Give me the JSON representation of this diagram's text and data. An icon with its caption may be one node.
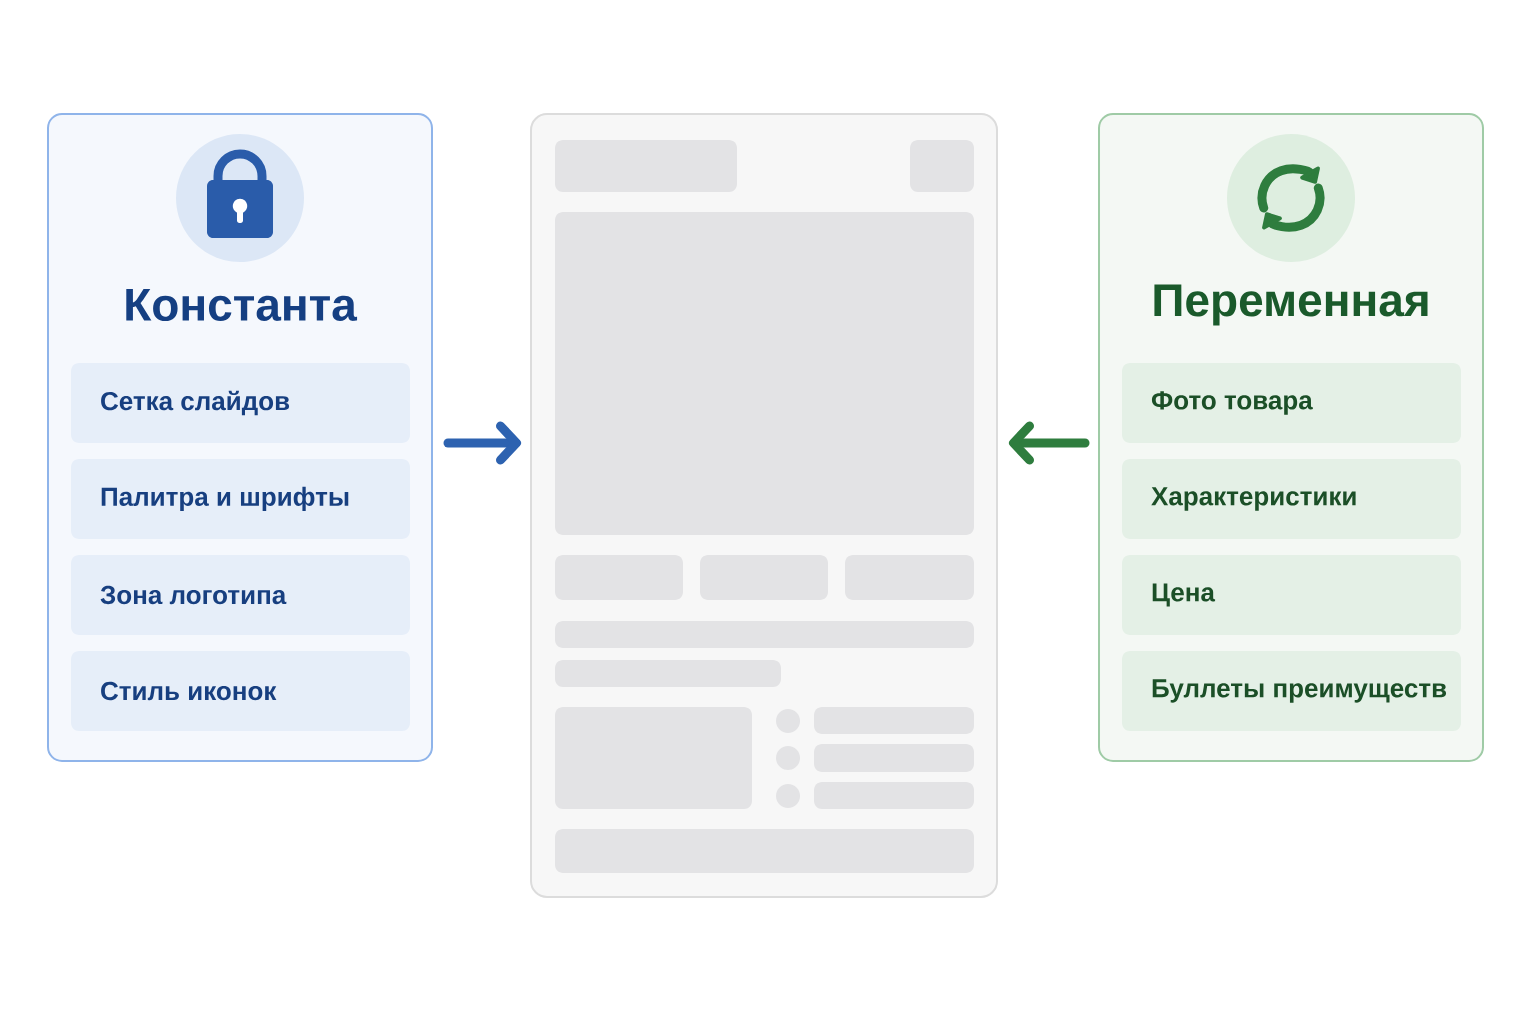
{
  "diagram": {
    "nodes": [
      {
        "text": [
          "Константа"
        ]
      },
      {
        "text": [
          "Сетка слайдов"
        ],
        "in": 0
      },
      {
        "text": [
          "Палитра и шрифты"
        ],
        "in": 0
      },
      {
        "text": [
          "Зона логотипа"
        ],
        "in": 0
      },
      {
        "text": [
          "Стиль иконок"
        ],
        "in": 0
      },
      {
        "text": [
          "Переменная"
        ]
      },
      {
        "text": [
          "Фото товара"
        ],
        "in": 5
      },
      {
        "text": [
          "Характеристики"
        ],
        "in": 5
      },
      {
        "text": [
          "Цена"
        ],
        "in": 5
      },
      {
        "text": [
          "Буллеты преимуществ"
        ],
        "in": 5
      },
      {
        "text": [],
        "shape": "picture"
      }
    ],
    "edges": [
      {
        "from": 0,
        "to": 10,
        "arrow": "to",
        "color": "#2d62b0"
      },
      {
        "from": 5,
        "to": 10,
        "arrow": "to",
        "color": "#2e7d3e"
      }
    ]
  }
}
